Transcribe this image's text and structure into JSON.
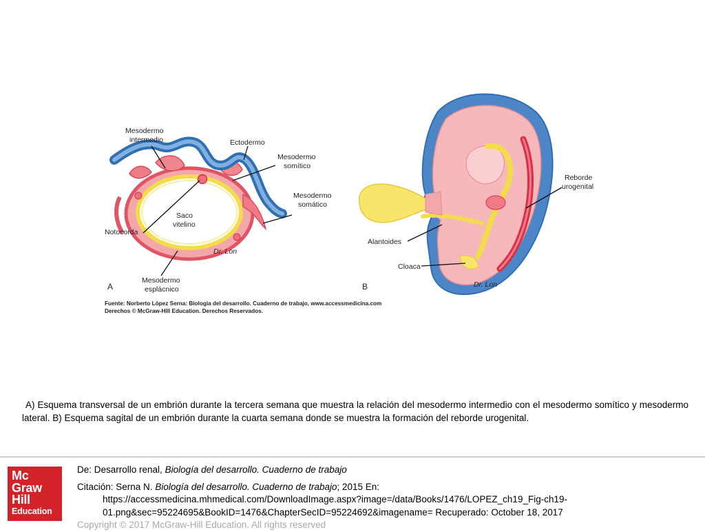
{
  "figure": {
    "panel_a": {
      "letter": "A",
      "labels": {
        "mesodermo_intermedio": [
          "Mesodermo",
          "intermedio"
        ],
        "ectodermo": "Ectodermo",
        "mesodermo_somitico": [
          "Mesodermo",
          "somítico"
        ],
        "mesodermo_somatico": [
          "Mesodermo",
          "somático"
        ],
        "notocorda": "Notocorda",
        "saco_vitelino": [
          "Saco",
          "vitelino"
        ],
        "mesodermo_esplacnico": [
          "Mesodermo",
          "esplácnico"
        ]
      }
    },
    "panel_b": {
      "letter": "B",
      "labels": {
        "reborde_urogenital": [
          "Reborde",
          "urogenital"
        ],
        "alantoides": "Alantoides",
        "cloaca": "Cloaca"
      }
    },
    "source_lines": [
      "Fuente: Norberto López Serna: Biología del desarrollo. Cuaderno de trabajo, www.accessmedicina.com",
      "Derechos © McGraw-Hill Education. Derechos Reservados."
    ],
    "colors": {
      "ectoderm_blue": "#3f7fc1",
      "mesoderm_red": "#e05566",
      "mesoderm_pink": "#f4a7ab",
      "yolk_yellow": "#f7e35c"
    }
  },
  "caption": "A) Esquema transversal de un embrión durante la tercera semana que muestra la relación del mesodermo intermedio con el mesodermo somítico y mesodermo lateral. B) Esquema sagital de un embrión durante la cuarta semana donde se muestra la formación del reborde urogenital.",
  "footer": {
    "de_prefix": "De: Desarrollo renal, ",
    "de_title": "Biología del desarrollo. Cuaderno de trabajo",
    "cita_prefix": "Citación: Serna N. ",
    "cita_title": "Biología del desarrollo. Cuaderno de trabajo",
    "cita_suffix": "; 2015 En:",
    "url_line1": "https://accessmedicina.mhmedical.com/DownloadImage.aspx?image=/data/Books/1476/LOPEZ_ch19_Fig-ch19-",
    "url_line2": "01.png&sec=95224695&BookID=1476&ChapterSecID=95224692&imagename= Recuperado: October 18, 2017",
    "copyright": "Copyright © 2017 McGraw-Hill Education. All rights reserved"
  },
  "logo": {
    "line1": "Mc",
    "line2": "Graw",
    "line3": "Hill",
    "line4": "Education"
  }
}
